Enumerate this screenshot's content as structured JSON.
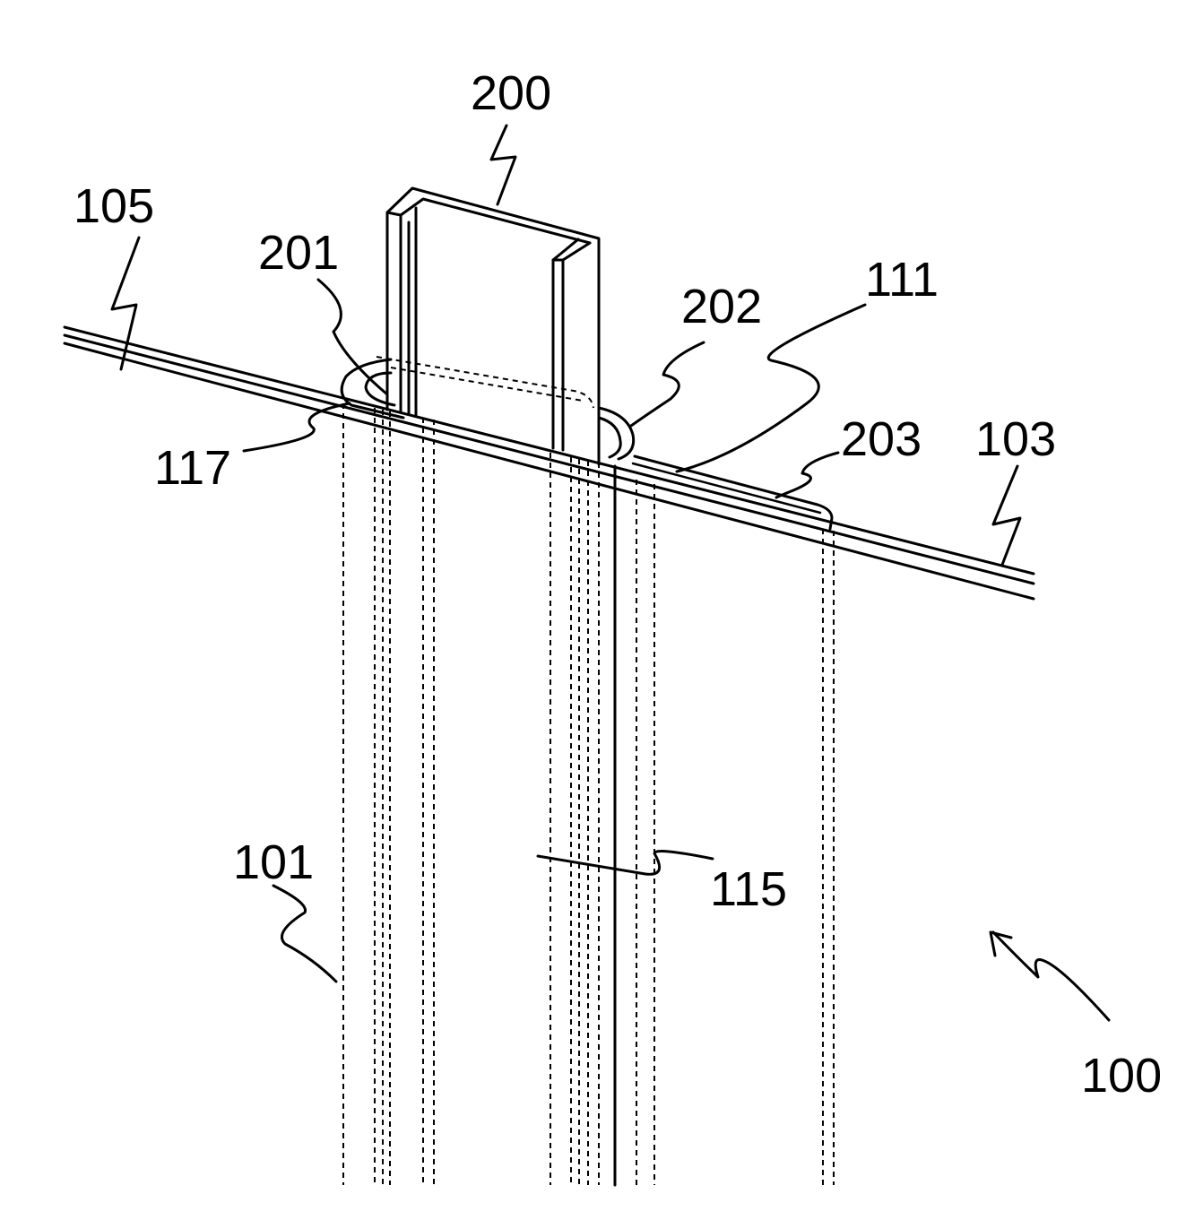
{
  "figure": {
    "reference_numerals": {
      "n200": "200",
      "n105": "105",
      "n201": "201",
      "n111": "111",
      "n202": "202",
      "n117": "117",
      "n203": "203",
      "n103": "103",
      "n101": "101",
      "n115": "115",
      "n100": "100"
    },
    "colors": {
      "ink": "#000000",
      "background": "#ffffff"
    }
  }
}
